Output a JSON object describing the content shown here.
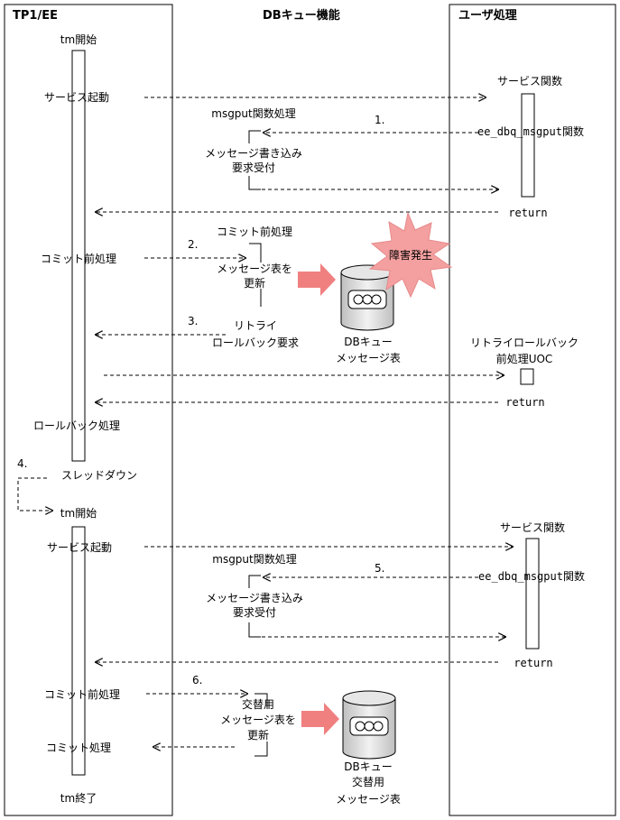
{
  "columns": {
    "tp1ee": "TP1/EE",
    "dbq": "DBキュー機能",
    "user": "ユーザ処理"
  },
  "tp1": {
    "tm_start_1": "tm開始",
    "service_start_1": "サービス起動",
    "commit_pre_1": "コミット前処理",
    "rollback": "ロールバック処理",
    "thread_down": "スレッドダウン",
    "tm_start_2": "tm開始",
    "service_start_2": "サービス起動",
    "commit_pre_2": "コミット前処理",
    "commit": "コミット処理",
    "tm_end": "tm終了"
  },
  "dbq": {
    "msgput_1": "msgput関数処理",
    "write_1a": "メッセージ書き込み",
    "write_1b": "要求受付",
    "commit_pre": "コミット前処理",
    "update_a": "メッセージ表を",
    "update_b": "更新",
    "retry_a": "リトライ",
    "retry_b": "ロールバック要求",
    "table_1a": "DBキュー",
    "table_1b": "メッセージ表",
    "msgput_2": "msgput関数処理",
    "write_2a": "メッセージ書き込み",
    "write_2b": "要求受付",
    "alt_a": "交替用",
    "alt_b": "メッセージ表を",
    "alt_c": "更新",
    "table_2a": "DBキュー",
    "table_2b": "交替用",
    "table_2c": "メッセージ表",
    "failure": "障害発生"
  },
  "user": {
    "service_func_1": "サービス関数",
    "msgput_call_1": "ee_dbq_msgput関数",
    "return_1": "return",
    "retry_uoc_a": "リトライロールバック",
    "retry_uoc_b": "前処理UOC",
    "return_2": "return",
    "service_func_2": "サービス関数",
    "msgput_call_2": "ee_dbq_msgput関数",
    "return_3": "return"
  },
  "steps": {
    "s1": "1.",
    "s2": "2.",
    "s3": "3.",
    "s4": "4.",
    "s5": "5.",
    "s6": "6."
  },
  "colors": {
    "line": "#000000",
    "arrow_pink": "#f08080",
    "burst": "#f4a0a0",
    "db_fill": "#d8d8d8"
  }
}
